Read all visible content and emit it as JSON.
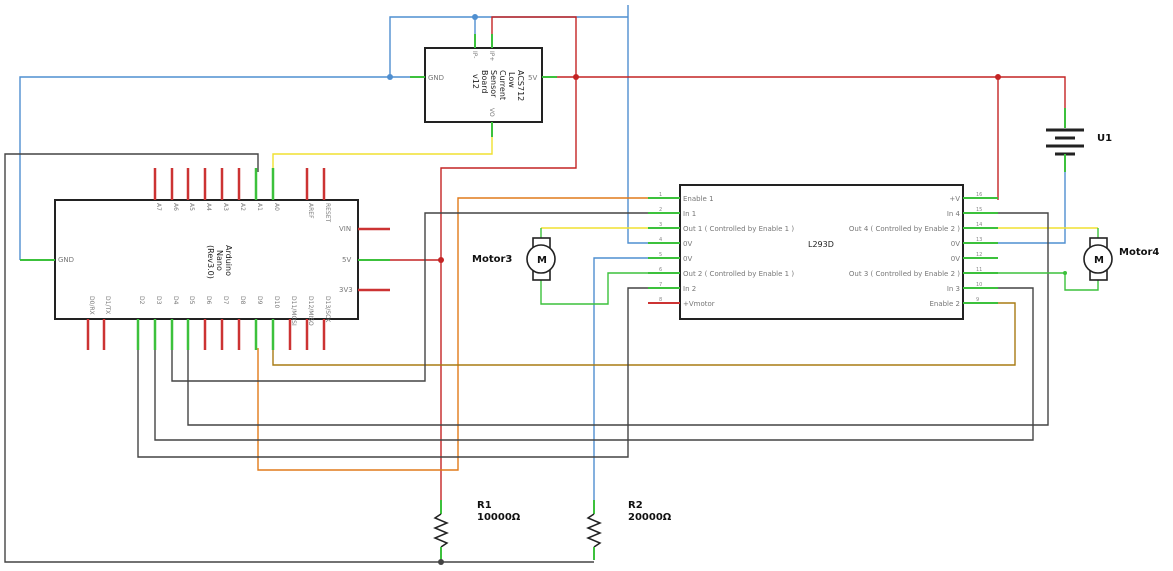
{
  "colors": {
    "blue": "#4f8fd0",
    "red": "#c42424",
    "yellow": "#f0e030",
    "orange": "#e07a1a",
    "brown": "#a87b14",
    "dark": "#444444",
    "green": "#3cc13c",
    "pinred": "#cc3333"
  },
  "sensor": {
    "title_lines": [
      "ACS712",
      "Low",
      "Current",
      "Sensor",
      "Board",
      "v12"
    ],
    "pin_gnd": "GND",
    "pin_5v": "5V",
    "pin_ipm": "IP-",
    "pin_ipp": "IP+",
    "pin_vo": "VO"
  },
  "arduino": {
    "title_lines": [
      "Arduino",
      "Nano",
      "(Rev3.0)"
    ],
    "pin_gnd": "GND",
    "pin_vin": "VIN",
    "pin_5v": "5V",
    "pin_3v3": "3V3",
    "top_pins": [
      "A7",
      "A6",
      "A5",
      "A4",
      "A3",
      "A2",
      "A1",
      "A0",
      "AREF",
      "RESET"
    ],
    "bottom_pins": [
      "D0/RX",
      "D1/TX",
      "D2",
      "D3",
      "D4",
      "D5",
      "D6",
      "D7",
      "D8",
      "D9",
      "D10",
      "D11/MOSI",
      "D12/MISO",
      "D13/SCK"
    ]
  },
  "driver": {
    "name": "L293D",
    "left_pins": [
      "Enable 1",
      "In 1",
      "Out 1 ( Controlled by Enable 1 )",
      "0V",
      "0V",
      "Out 2 ( Controlled by Enable 1 )",
      "In 2",
      "+Vmotor"
    ],
    "right_pins": [
      "+V",
      "In 4",
      "Out 4 ( Controlled by Enable 2 )",
      "0V",
      "0V",
      "Out 3 ( Controlled by Enable 2 )",
      "In 3",
      "Enable 2"
    ],
    "left_numbers": [
      "1",
      "2",
      "3",
      "4",
      "5",
      "6",
      "7",
      "8"
    ],
    "right_numbers": [
      "16",
      "15",
      "14",
      "13",
      "12",
      "11",
      "10",
      "9"
    ]
  },
  "motor3": {
    "label": "Motor3",
    "symbol": "M"
  },
  "motor4": {
    "label": "Motor4",
    "symbol": "M"
  },
  "battery": {
    "label": "U1"
  },
  "r1": {
    "name": "R1",
    "value": "10000Ω"
  },
  "r2": {
    "name": "R2",
    "value": "20000Ω"
  }
}
